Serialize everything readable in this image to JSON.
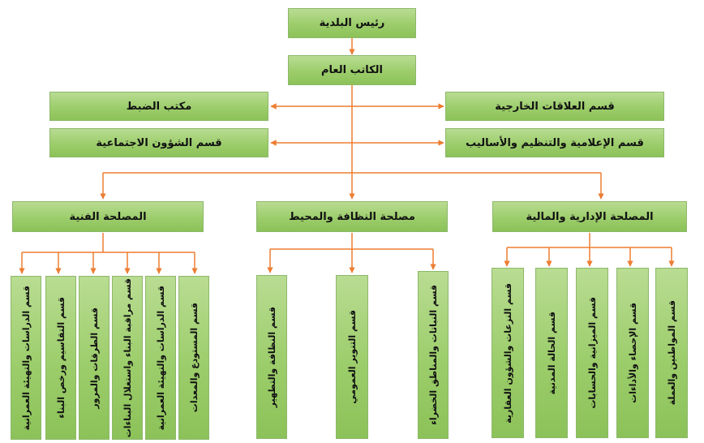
{
  "org": {
    "president": "رئيس البلدية",
    "secretary": "الكاتب العام",
    "control_office": "مكتب الضبط",
    "external_relations": "قسم العلاقات الخارجية",
    "social_affairs": "قسم الشؤون الاجتماعية",
    "informatics": "قسم الإعلامية والتنظيم والأساليب",
    "technical_service": "المصلحة الفنية",
    "cleanliness_service": "مصلحة النظافة والمحيط",
    "admin_finance_service": "المصلحة الإدارية والمالية",
    "technical_units": [
      "قسم الدراسات والتهيئة العمرانية",
      "قسم التقاسيم ورخص البناء",
      "قسم الطرقات والمرور",
      "قسم مراقبة البناء واستغلال البناءات",
      "قسم الدراسات والتهيئة العمرانية",
      "قسم المستودع والمعدات"
    ],
    "cleanliness_units": [
      "قسم النظافة والتطهير",
      "قسم التنوير العمومي",
      "قسم النباتات والمناطق الخضراء"
    ],
    "admin_units": [
      "قسم النزعات والشؤون العقارية",
      "قسم الحالة المدنية",
      "قسم الميزانية والحسابات",
      "قسم الإحصاء والأداءات",
      "قسم المواطنين والعملة"
    ]
  },
  "colors": {
    "box_top": "#b9dc92",
    "box_bottom": "#8cc259",
    "box_border": "#8db86a",
    "connector": "#ed7d31"
  }
}
